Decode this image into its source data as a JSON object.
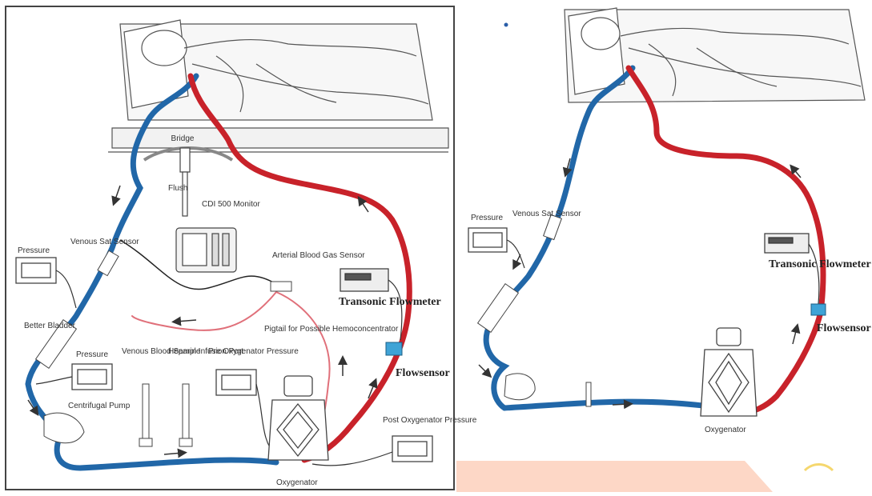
{
  "colors": {
    "venous": "#2167a8",
    "arterial": "#c8222a",
    "line": "#333333",
    "banner": "#fdd7c6",
    "dot": "#2a5ea8"
  },
  "left_panel": {
    "labels": {
      "bridge": "Bridge",
      "flush": "Flush",
      "monitor": "CDI 500 Monitor",
      "pressure_top": "Pressure",
      "venous_sat": "Venous Sat Sensor",
      "abg": "Arterial Blood Gas Sensor",
      "better_bladder": "Better Bladder",
      "pressure_mid": "Pressure",
      "venous_sample": "Venous Blood Sample",
      "heparin": "Heparin Infusion Port",
      "pre_oxy": "Pre Oxygenator Pressure",
      "pigtail": "Pigtail for Possible Hemoconcentrator",
      "centrifugal": "Centrifugal Pump",
      "post_oxy": "Post Oxygenator Pressure",
      "oxygenator": "Oxygenator",
      "transonic": "Transonic Flowmeter",
      "flowsensor": "Flowsensor"
    }
  },
  "right_panel": {
    "labels": {
      "pressure": "Pressure",
      "venous_sat": "Venous Sat Sensor",
      "transonic": "Transonic Flowmeter",
      "flowsensor": "Flowsensor",
      "oxygenator": "Oxygenator"
    }
  }
}
